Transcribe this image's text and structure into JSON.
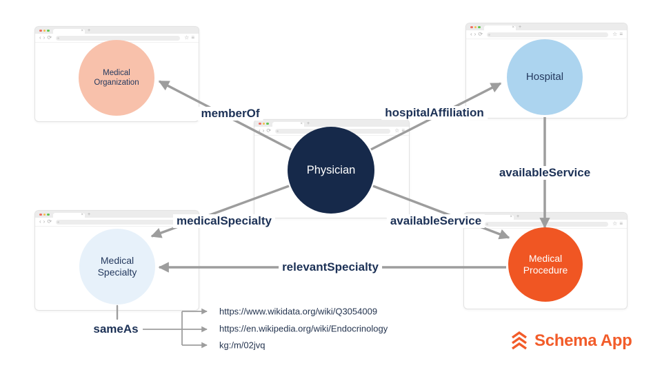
{
  "nodes": {
    "medical_organization": {
      "label": "Medical Organization",
      "color": "#f8c1ab",
      "text_color": "#24395e"
    },
    "hospital": {
      "label": "Hospital",
      "color": "#acd4ef",
      "text_color": "#24395e"
    },
    "physician": {
      "label": "Physician",
      "color": "#16294a",
      "text_color": "#ffffff"
    },
    "medical_specialty": {
      "label": "Medical Specialty",
      "color": "#e7f1fa",
      "text_color": "#24395e"
    },
    "medical_procedure": {
      "label": "Medical Procedure",
      "color": "#f05623",
      "text_color": "#ffffff"
    }
  },
  "edges": {
    "member_of": {
      "label": "memberOf",
      "from": "physician",
      "to": "medical_organization"
    },
    "hospital_affiliation": {
      "label": "hospitalAffiliation",
      "from": "physician",
      "to": "hospital"
    },
    "available_service_from_hospital": {
      "label": "availableService",
      "from": "hospital",
      "to": "medical_procedure"
    },
    "medical_specialty": {
      "label": "medicalSpecialty",
      "from": "physician",
      "to": "medical_specialty"
    },
    "available_service_from_physician": {
      "label": "availableService",
      "from": "physician",
      "to": "medical_procedure"
    },
    "relevant_specialty": {
      "label": "relevantSpecialty",
      "from": "medical_procedure",
      "to": "medical_specialty"
    },
    "same_as": {
      "label": "sameAs",
      "from": "medical_specialty",
      "to": "external_identifiers"
    }
  },
  "same_as_links": [
    "https://www.wikidata.org/wiki/Q3054009",
    "https://en.wikipedia.org/wiki/Endocrinology",
    "kg:/m/02jvq"
  ],
  "chrome": {
    "close_tab_icon": "×",
    "new_tab_icon": "+",
    "back_icon": "‹",
    "forward_icon": "›",
    "refresh_icon": "⟳",
    "bookmark_icon": "☆",
    "menu_icon": "≡"
  },
  "logo": {
    "label": "Schema App",
    "color": "#f25c2a"
  },
  "colors": {
    "connector": "#9d9d9d",
    "edge_label_text": "#1c3156",
    "window_chrome": "#ececec"
  }
}
